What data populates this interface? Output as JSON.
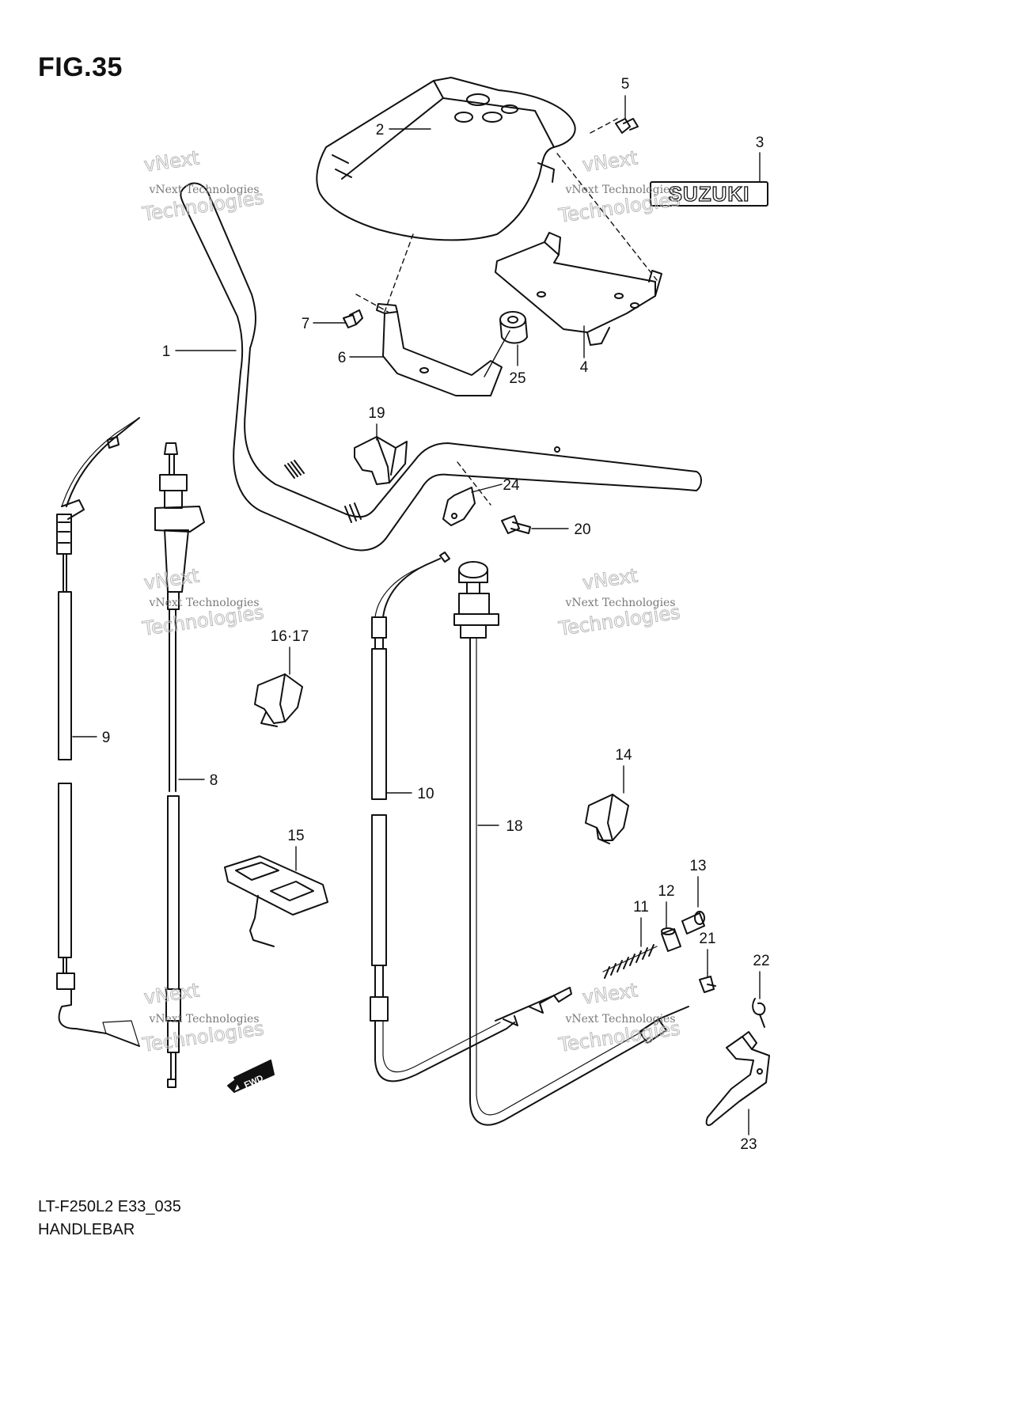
{
  "figure": {
    "title": "FIG.35",
    "model_code": "LT-F250L2 E33_035",
    "section": "HANDLEBAR"
  },
  "logo_text": "SUZUKI",
  "fwd_label": "FWD",
  "watermark": {
    "line1": "vNext Technologies",
    "line2": "Technologies",
    "top": "vNext"
  },
  "callouts": {
    "p1": "1",
    "p2": "2",
    "p3": "3",
    "p4": "4",
    "p5": "5",
    "p6": "6",
    "p7": "7",
    "p8": "8",
    "p9": "9",
    "p10": "10",
    "p11": "11",
    "p12": "12",
    "p13": "13",
    "p14": "14",
    "p15": "15",
    "p16_17": "16·17",
    "p18": "18",
    "p19": "19",
    "p20": "20",
    "p21": "21",
    "p22": "22",
    "p23": "23",
    "p24": "24",
    "p25": "25"
  }
}
